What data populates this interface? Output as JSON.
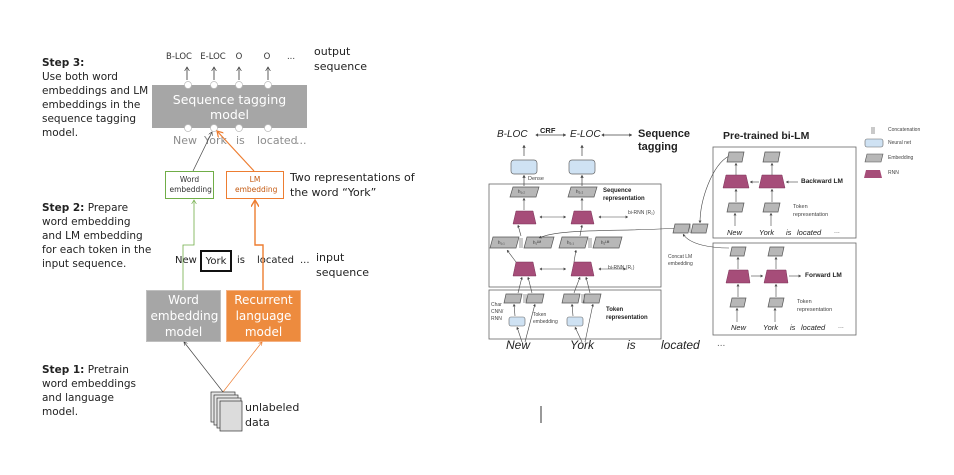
{
  "left_diagram": {
    "steps": {
      "step3": {
        "title": "Step 3:",
        "text": "Use both word embeddings and LM embeddings in the sequence tagging model."
      },
      "step2": {
        "title": "Step 2:",
        "text": " Prepare word embedding and LM embedding for each token in the input sequence."
      },
      "step1": {
        "title": "Step 1:",
        "text": " Pretrain word embeddings and language model."
      }
    },
    "output_tags": [
      "B-LOC",
      "E-LOC",
      "O",
      "O",
      "..."
    ],
    "output_label": "output sequence",
    "tagging_model_label": "Sequence tagging model",
    "tokens_gray": [
      "New",
      "York",
      "is",
      "located",
      "..."
    ],
    "word_embedding_label": "Word embedding",
    "lm_embedding_label": "LM embedding",
    "two_repr_label": "Two representations of the word “York”",
    "input_tokens": [
      "New",
      "York",
      "is",
      "located",
      "..."
    ],
    "input_label": "input sequence",
    "word_embedding_model_label": "Word embedding model",
    "recurrent_lm_label": "Recurrent language model",
    "unlabeled_label": "unlabeled data",
    "colors": {
      "gray_box": "#a6a6a6",
      "orange": "#ed7d31",
      "green_border": "#70ad47",
      "tag_model": "#a6a6a6"
    }
  },
  "right_diagram": {
    "tags": [
      "B-LOC",
      "E-LOC"
    ],
    "crf_label": "CRF",
    "sequence_tagging_label": "Sequence tagging",
    "dense_label": "Dense",
    "h12": "h₁,₂",
    "h22": "h₂,₂",
    "sequence_repr_label": "Sequence representation",
    "birnn2_label": "bi-RNN (R₂)",
    "h11": "h₁,₁",
    "h1lm": "h₁ᴸᴹ",
    "h21": "h₂,₁",
    "h2lm": "h₂ᴸᴹ",
    "birnn1_label": "bi-RNN (R₁)",
    "char_cnn_label": "Char CNN/ RNN",
    "token_embedding_label": "Token embedding",
    "token_repr_label": "Token representation",
    "concat_lm_label": "Concat LM embedding",
    "words_bottom": [
      "New",
      "York",
      "is",
      "located",
      "..."
    ],
    "pretrained_title": "Pre-trained bi-LM",
    "backward_lm_label": "Backward LM",
    "forward_lm_label": "Forward LM",
    "lm_token_repr_label": "Token representation",
    "lm_words": [
      "New",
      "York",
      "is",
      "located",
      "..."
    ],
    "legend": [
      {
        "icon": "concatenation-icon",
        "label": "Concatenation"
      },
      {
        "icon": "neural-net-icon",
        "label": "Neural net"
      },
      {
        "icon": "embedding-icon",
        "label": "Embedding"
      },
      {
        "icon": "rnn-icon",
        "label": "RNN"
      }
    ],
    "colors": {
      "rnn": "#a64d79",
      "neural_net": "#cfe2f3",
      "embedding": "#b7b7b7"
    }
  }
}
